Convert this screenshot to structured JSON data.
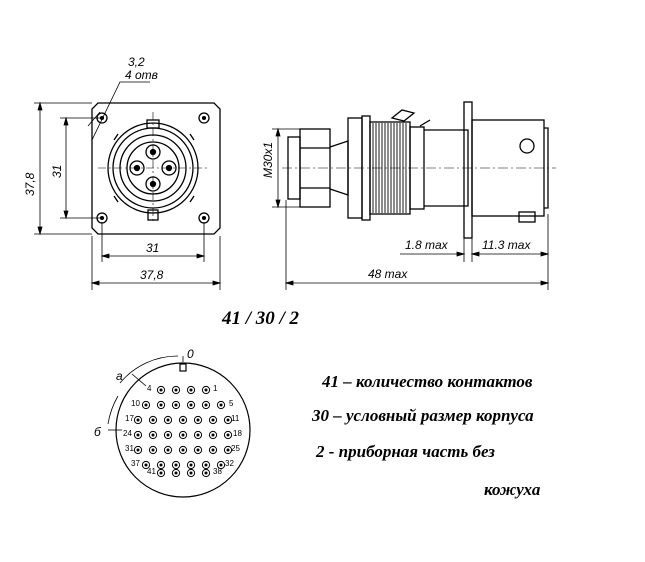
{
  "front_view": {
    "hole_dia": "3,2",
    "hole_count": "4 отв",
    "height_outer": "37,8",
    "height_inner": "31",
    "width_inner": "31",
    "width_outer": "37,8"
  },
  "side_view": {
    "thread": "M30x1",
    "dim_1": "1.8 max",
    "dim_2": "11.3 max",
    "length": "48 max"
  },
  "code": "41 / 30 / 2",
  "pin_layout": {
    "key_top": "0",
    "label_a": "а",
    "label_b": "б",
    "pin_labels": [
      "4",
      "1",
      "10",
      "5",
      "17",
      "11",
      "24",
      "18",
      "31",
      "25",
      "37",
      "32",
      "41",
      "38"
    ]
  },
  "legend": [
    "41 – количество контактов",
    "30 – условный размер корпуса",
    "2 -   приборная часть без",
    "кожуха"
  ]
}
